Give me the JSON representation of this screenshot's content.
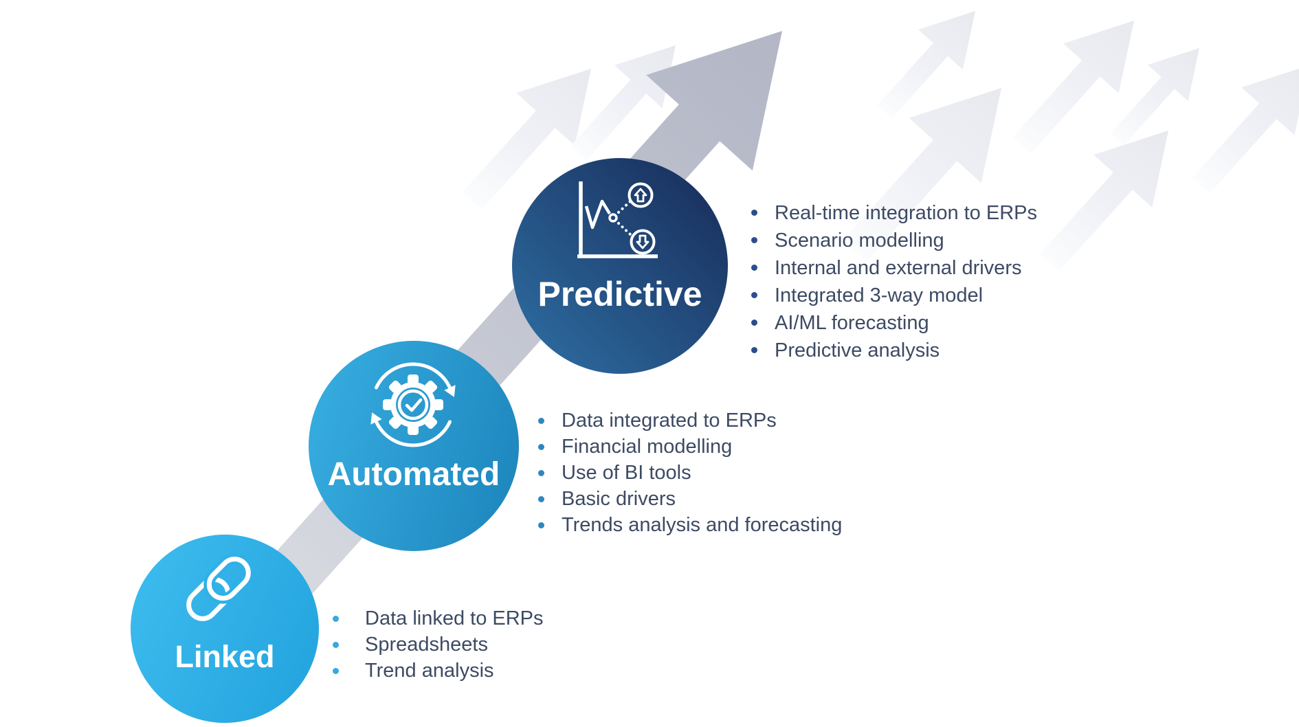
{
  "stages": [
    {
      "id": "linked",
      "label": "Linked",
      "icon": "chain-link-icon",
      "bullet_color": "#36A9E1",
      "circle_gradient": [
        "#3EBDEF",
        "#22A2DD"
      ],
      "items": [
        "Data linked to ERPs",
        "Spreadsheets",
        "Trend analysis"
      ]
    },
    {
      "id": "automated",
      "label": "Automated",
      "icon": "gear-sync-icon",
      "bullet_color": "#2E86C1",
      "circle_gradient": [
        "#38AFE2",
        "#1C84BB"
      ],
      "items": [
        "Data integrated to ERPs",
        "Financial modelling",
        "Use of BI tools",
        "Basic drivers",
        "Trends analysis and forecasting"
      ]
    },
    {
      "id": "predictive",
      "label": "Predictive",
      "icon": "trend-forecast-icon",
      "bullet_color": "#2B4D8E",
      "circle_gradient": [
        "#2F70A5",
        "#172A57"
      ],
      "items": [
        "Real-time integration to ERPs",
        "Scenario modelling",
        "Internal and external drivers",
        "Integrated 3-way model",
        "AI/ML forecasting",
        "Predictive analysis"
      ]
    }
  ],
  "colors": {
    "bullet_text": "#3D4A63",
    "main_arrow_head": "#B2B6C5",
    "main_arrow_tail": "#DADCE3",
    "ghost_arrow_head": "#E7E9EF",
    "ghost_arrow_tail": "#FBFCFD"
  }
}
